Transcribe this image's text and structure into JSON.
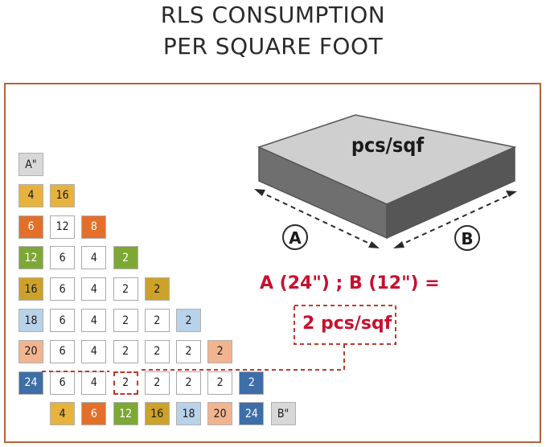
{
  "title": {
    "line1": "RLS CONSUMPTION",
    "line2": "PER SQUARE FOOT"
  },
  "colors": {
    "4": "#e7b23e",
    "6": "#e2702a",
    "8": "#e2702a",
    "12": "#7da835",
    "16": "#cda22b",
    "18": "#b8d2ea",
    "20": "#f2b48f",
    "24": "#3d6ea8",
    "label": "#d8d8d8",
    "accent": "#c8102e",
    "frame": "#b5613a"
  },
  "grid": {
    "a_label": "A\"",
    "b_label": "B\"",
    "a_values": [
      "4",
      "6",
      "12",
      "16",
      "18",
      "20",
      "24"
    ],
    "b_values": [
      "4",
      "6",
      "12",
      "16",
      "18",
      "20",
      "24"
    ],
    "rows": [
      [
        "16"
      ],
      [
        "12",
        "8"
      ],
      [
        "6",
        "4",
        "2"
      ],
      [
        "6",
        "4",
        "2",
        "2"
      ],
      [
        "6",
        "4",
        "2",
        "2",
        "2"
      ],
      [
        "6",
        "4",
        "2",
        "2",
        "2",
        "2"
      ],
      [
        "6",
        "4",
        "2",
        "2",
        "2",
        "2",
        "2"
      ]
    ],
    "highlight": {
      "row": 6,
      "col": 2
    }
  },
  "tile": {
    "label": "pcs/sqf",
    "dim_a": "A",
    "dim_b": "B"
  },
  "formula": {
    "equation": "A (24\") ; B (12\") =",
    "result": "2 pcs/sqf"
  }
}
